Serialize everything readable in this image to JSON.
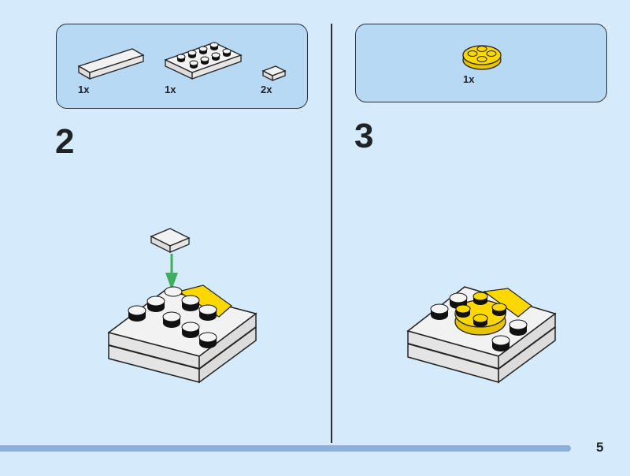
{
  "steps": [
    {
      "number": "2",
      "parts": [
        {
          "name": "white-tile-1x4",
          "qty": "1x"
        },
        {
          "name": "white-plate-2x4",
          "qty": "1x"
        },
        {
          "name": "white-tile-1x1",
          "qty": "2x"
        }
      ]
    },
    {
      "number": "3",
      "parts": [
        {
          "name": "yellow-round-plate-2x2",
          "qty": "1x"
        }
      ]
    }
  ],
  "page_number": "5",
  "colors": {
    "background": "#d5eafa",
    "panel": "#b7d9f3",
    "yellow": "#fcd800",
    "arrow": "#3fae5c",
    "bar": "#8eafdc"
  }
}
